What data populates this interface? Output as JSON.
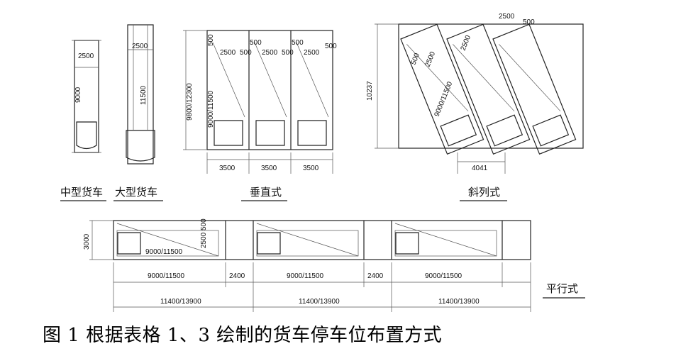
{
  "labels": {
    "medium_truck": "中型货车",
    "large_truck": "大型货车",
    "perpendicular": "垂直式",
    "angled": "斜列式",
    "parallel": "平行式"
  },
  "dims": {
    "w2500": "2500",
    "len9000": "9000",
    "len11500": "11500",
    "len9800_12300": "9800/12300",
    "len9000_11500": "9000/11500",
    "gap500": "500",
    "bay3500": "3500",
    "d10237": "10237",
    "d4041": "4041",
    "d3000": "3000",
    "d2400": "2400",
    "d11400_13900": "11400/13900"
  },
  "caption": "图 1 根据表格 1、3 绘制的货车停车位布置方式"
}
